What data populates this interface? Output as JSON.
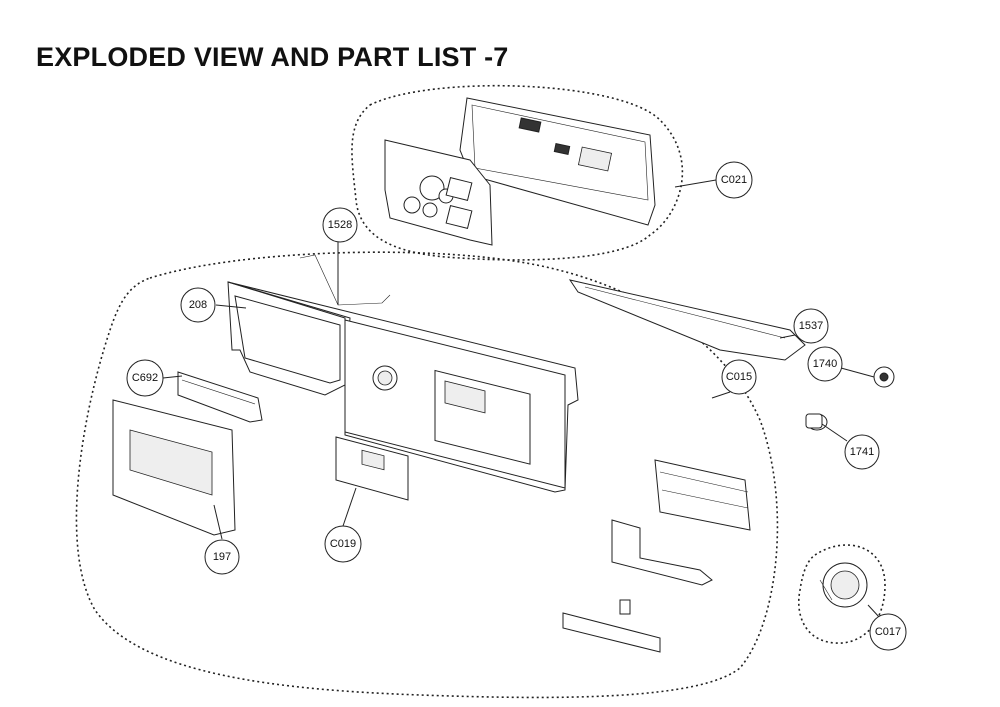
{
  "page": {
    "title": "EXPLODED VIEW AND PART LIST -7"
  },
  "callouts": [
    {
      "id": "c021",
      "label": "C021"
    },
    {
      "id": "1528",
      "label": "1528"
    },
    {
      "id": "208",
      "label": "208"
    },
    {
      "id": "1537",
      "label": "1537"
    },
    {
      "id": "1740",
      "label": "1740"
    },
    {
      "id": "c015",
      "label": "C015"
    },
    {
      "id": "c692",
      "label": "C692"
    },
    {
      "id": "1741",
      "label": "1741"
    },
    {
      "id": "c019",
      "label": "C019"
    },
    {
      "id": "197",
      "label": "197"
    },
    {
      "id": "c017",
      "label": "C017"
    }
  ]
}
